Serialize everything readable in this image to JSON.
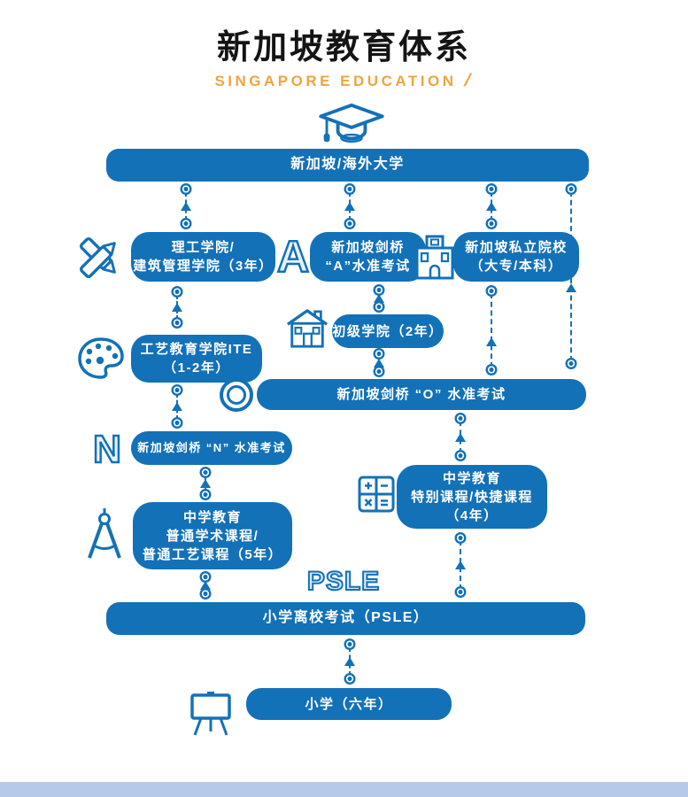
{
  "header": {
    "title": "新加坡教育体系",
    "subtitle": "SINGAPORE EDUCATION",
    "slash": "/"
  },
  "colors": {
    "primary_blue": "#1371b8",
    "box_text": "#ffffff",
    "subtitle_orange": "#f0a43e",
    "title_black": "#141414",
    "footer_bar_blue": "#b6c9e8",
    "background": "#ffffff"
  },
  "diagram": {
    "psle_label": "PSLE",
    "letters": {
      "a": "A",
      "n": "N"
    },
    "icons": [
      "graduation-cap-icon",
      "crossed-pencils-icon",
      "letter-a-icon",
      "school-building-icon",
      "house-icon",
      "palette-icon",
      "letter-o-icon",
      "letter-n-icon",
      "drafting-compass-icon",
      "calculator-icon",
      "easel-icon"
    ],
    "boxes": {
      "university": {
        "lines": [
          "新加坡/海外大学"
        ]
      },
      "polytechnic": {
        "lines": [
          "理工学院/",
          "建筑管理学院（3年）"
        ]
      },
      "a_level": {
        "lines": [
          "新加坡剑桥",
          "“A”水准考试"
        ]
      },
      "private_college": {
        "lines": [
          "新加坡私立院校",
          "（大专/本科）"
        ]
      },
      "junior_college": {
        "lines": [
          "初级学院（2年）"
        ]
      },
      "ite": {
        "lines": [
          "工艺教育学院ITE",
          "（1-2年）"
        ]
      },
      "o_level": {
        "lines": [
          "新加坡剑桥 “O” 水准考试"
        ]
      },
      "n_level": {
        "lines": [
          "新加坡剑桥 “N” 水准考试"
        ]
      },
      "secondary_express": {
        "lines": [
          "中学教育",
          "特别课程/快捷课程",
          "（4年）"
        ]
      },
      "secondary_normal": {
        "lines": [
          "中学教育",
          "普通学术课程/",
          "普通工艺课程（5年）"
        ]
      },
      "psle_exam": {
        "lines": [
          "小学离校考试（PSLE）"
        ]
      },
      "primary_school": {
        "lines": [
          "小学（六年）"
        ]
      }
    }
  }
}
